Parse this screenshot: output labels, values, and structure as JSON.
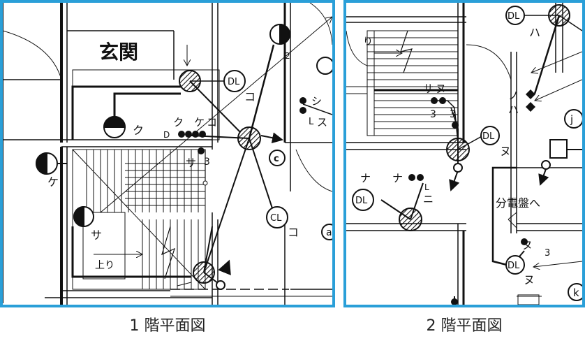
{
  "panel1": {
    "caption": "1 階平面図",
    "room_label": "玄関",
    "stair_label": "上り",
    "labels": {
      "dl": "DL",
      "ko_dl": "コ",
      "cl": "CL",
      "ko_cl": "コ",
      "ku_pendant": "ク",
      "ke_bracket": "ケ",
      "sa_bracket": "サ",
      "sw_ku": "ク",
      "sw_ke": "ケ",
      "sw_ko": "コ",
      "sw_d": "D",
      "sw_sa": "サ",
      "sw_sa_3": "3",
      "sw_shi": "シ",
      "sw_l": "L",
      "sw_su": "ス",
      "c_mark": "c",
      "a_mark": "a",
      "num_2": "2"
    }
  },
  "panel2": {
    "caption": "2 階平面図",
    "stair_label": "り",
    "labels": {
      "dl_top": "DL",
      "ha_top": "ハ",
      "dl_nu": "DL",
      "nu_dl": "ヌ",
      "dl_na": "DL",
      "dl_nu2": "DL",
      "nu_dl2": "ヌ",
      "sw_sa": "サ",
      "sw_nu": "ヌ",
      "sw_3a": "3",
      "sw_3b": "3",
      "sw_na1": "ナ",
      "sw_na2": "ナ",
      "sw_l": "L",
      "sw_ni": "ニ",
      "sw_no": "ノ",
      "sw_ha": "ハ",
      "panelboard": "分電盤へ",
      "sw_nu3": "ヌ",
      "sw_3c": "3",
      "j_mark": "j",
      "k_mark": "k"
    }
  }
}
